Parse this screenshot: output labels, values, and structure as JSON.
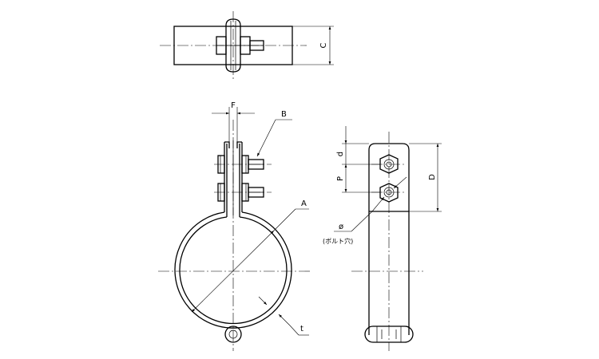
{
  "labels": {
    "dim_A": "A",
    "dim_B": "B",
    "dim_C": "C",
    "dim_D": "D",
    "dim_F": "F",
    "dim_P": "P",
    "dim_d": "d",
    "dim_t": "t",
    "dim_phi": "ø",
    "bolt_hole_note": "(ボルト穴)"
  }
}
